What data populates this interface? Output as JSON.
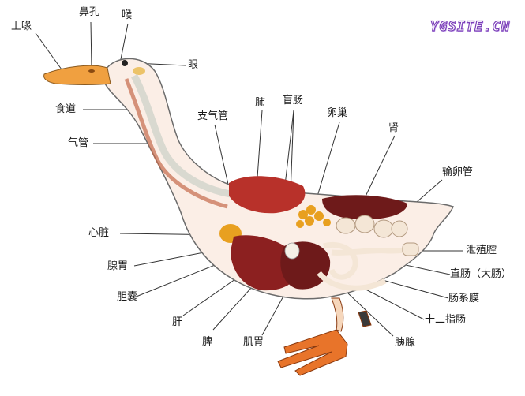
{
  "watermark": "YGSITE.CN",
  "labels": {
    "upper_beak": "上喙",
    "nostril": "鼻孔",
    "larynx": "喉",
    "eye": "眼",
    "esophagus": "食道",
    "trachea": "气管",
    "bronchus": "支气管",
    "lung": "肺",
    "cecum": "盲肠",
    "ovary": "卵巢",
    "kidney": "肾",
    "oviduct": "输卵管",
    "heart": "心脏",
    "cloaca": "泄殖腔",
    "proventriculus": "腺胃",
    "rectum": "直肠（大肠）",
    "gallbladder": "胆囊",
    "mesentery": "肠系膜",
    "liver": "肝",
    "duodenum": "十二指肠",
    "spleen": "脾",
    "gizzard": "肌胃",
    "pancreas": "胰腺"
  },
  "colors": {
    "outline": "#6b6b6b",
    "body_fill": "#fbeee6",
    "beak": "#f0a040",
    "feet": "#e8742a",
    "organ_red": "#b8312a",
    "organ_dark": "#6e1a1a",
    "organ_yellow": "#e8a020",
    "intestine": "#f4e6d6",
    "watermark": "#7a3fb8"
  }
}
